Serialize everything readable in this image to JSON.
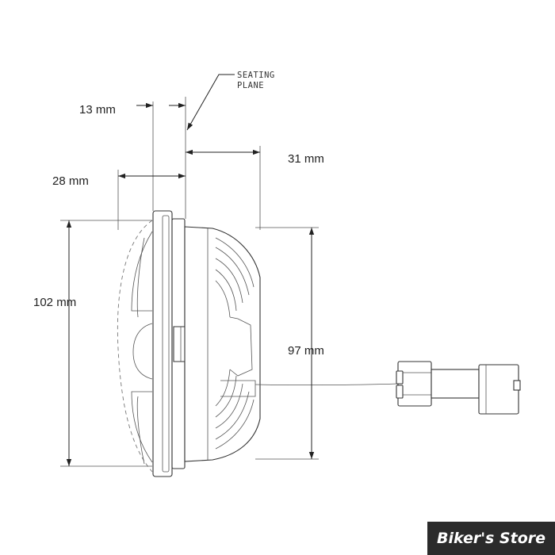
{
  "dimensions": {
    "front_depth": "13 mm",
    "overall_depth": "28 mm",
    "rear_depth": "31 mm",
    "outer_diameter": "102 mm",
    "body_diameter": "97 mm"
  },
  "notes": {
    "seating_plane_line1": "SEATING",
    "seating_plane_line2": "PLANE"
  },
  "watermark": "Biker's Store"
}
